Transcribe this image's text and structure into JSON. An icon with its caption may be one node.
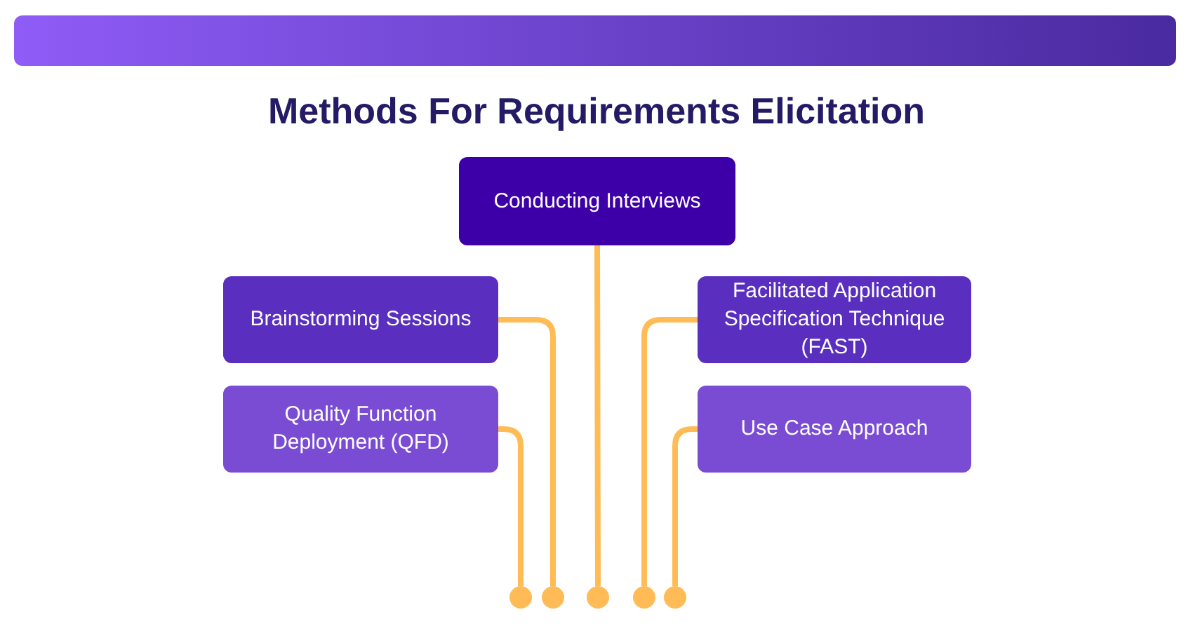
{
  "diagram": {
    "title": "Methods For Requirements Elicitation",
    "nodes": [
      {
        "text": [
          "Conducting Interviews"
        ]
      },
      {
        "text": [
          "Brainstorming Sessions"
        ]
      },
      {
        "text": [
          "Facilitated Application Specification Technique (FAST)"
        ]
      },
      {
        "text": [
          "Quality Function Deployment (QFD)"
        ]
      },
      {
        "text": [
          "Use Case Approach"
        ]
      },
      {
        "text": [],
        "shape": "circle"
      },
      {
        "text": [],
        "shape": "circle"
      },
      {
        "text": [],
        "shape": "circle"
      },
      {
        "text": [],
        "shape": "circle"
      },
      {
        "text": [],
        "shape": "circle"
      }
    ],
    "edges": [
      {
        "from": 3,
        "to": 5,
        "arrow": "none"
      },
      {
        "from": 1,
        "to": 6,
        "arrow": "none"
      },
      {
        "from": 0,
        "to": 7,
        "arrow": "none"
      },
      {
        "from": 2,
        "to": 8,
        "arrow": "none"
      },
      {
        "from": 4,
        "to": 9,
        "arrow": "none"
      }
    ]
  }
}
